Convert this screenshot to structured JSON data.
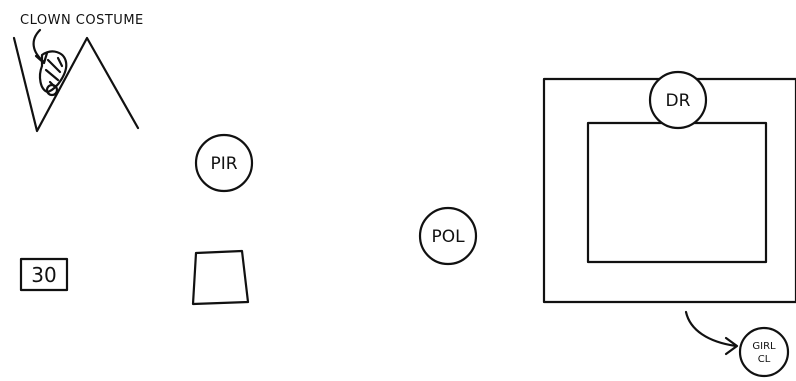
{
  "labels": {
    "clown_costume": "CLOWN COSTUME",
    "pir": "PIR",
    "pol": "POL",
    "dr": "DR",
    "count_box": "30",
    "girl_line1": "GIRL",
    "girl_line2": "CL"
  }
}
